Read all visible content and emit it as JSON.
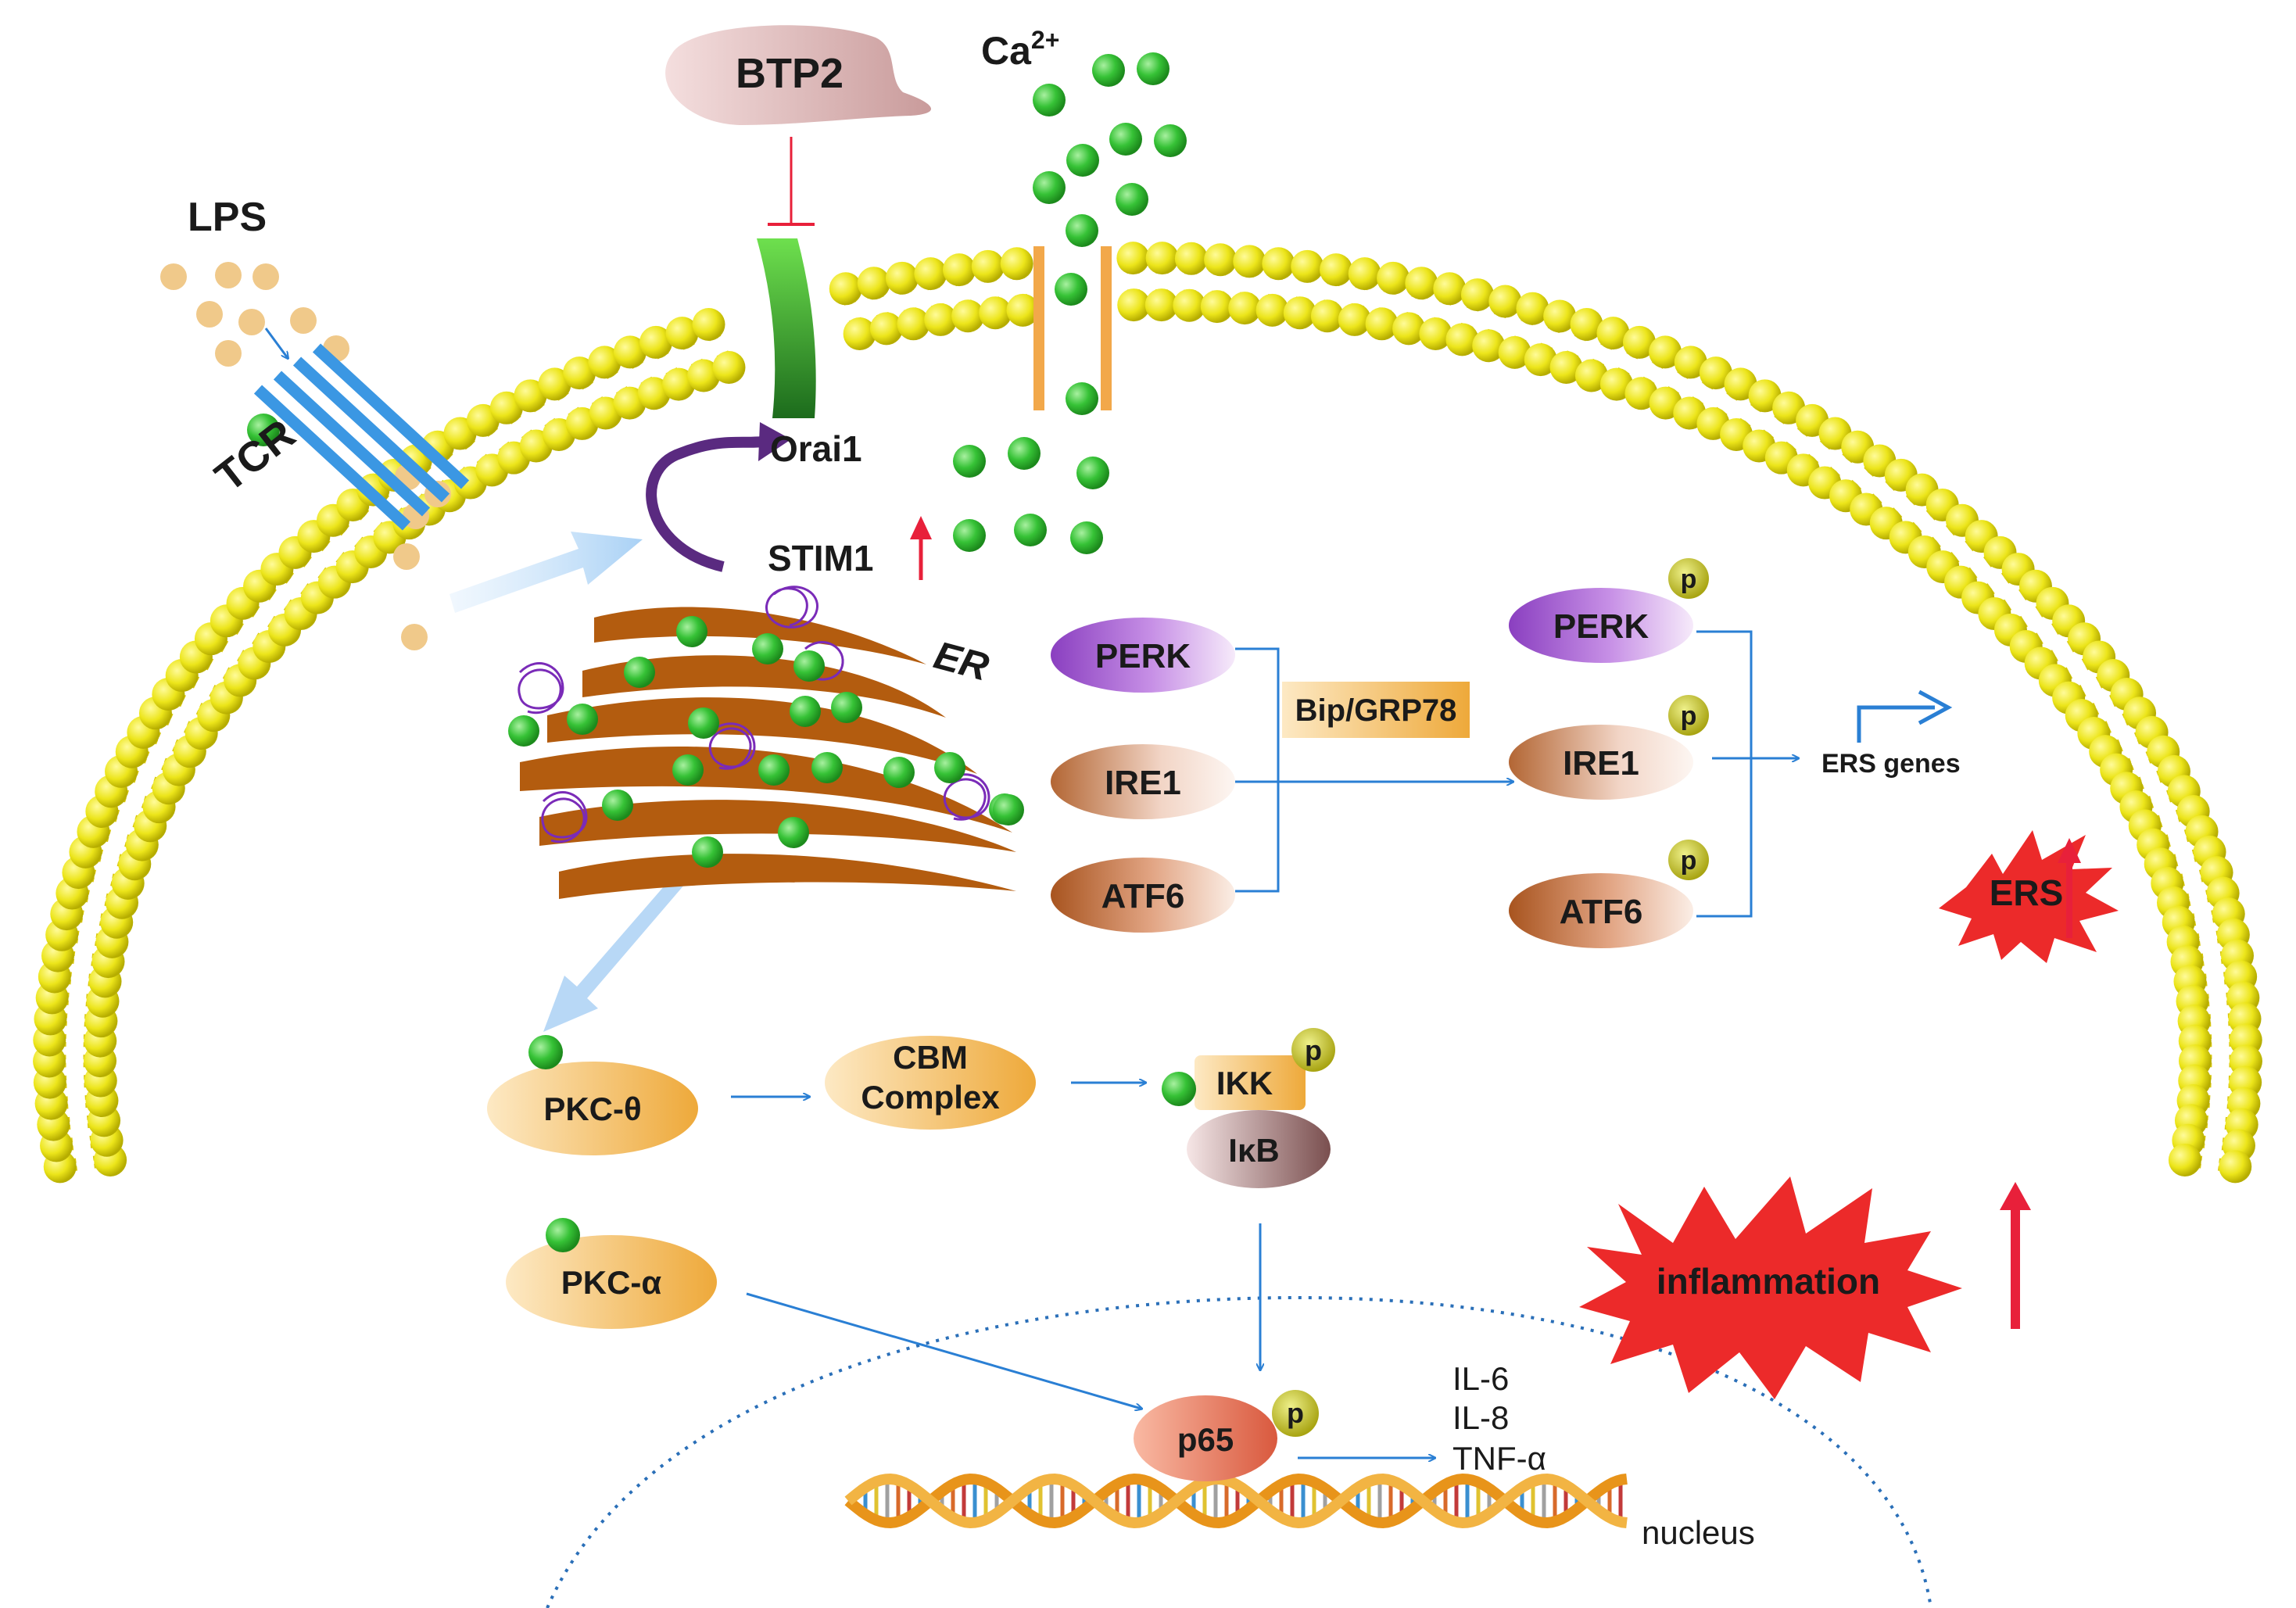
{
  "labels": {
    "lps": "LPS",
    "tcr": "TCR",
    "btp2": "BTP2",
    "ca": "Ca",
    "ca_sup": "2+",
    "orai1": "Orai1",
    "stim1": "STIM1",
    "er": "ER",
    "perk": "PERK",
    "ire1": "IRE1",
    "atf6": "ATF6",
    "bip": "Bip/GRP78",
    "perk_p": "PERK",
    "ire1_p": "IRE1",
    "atf6_p": "ATF6",
    "ers_genes": "ERS genes",
    "ers": "ERS",
    "pkc_theta": "PKC-θ",
    "cbm_line1": "CBM",
    "cbm_line2": "Complex",
    "ikk": "IKK",
    "ikb": "IκB",
    "pkc_alpha": "PKC-α",
    "inflammation": "inflammation",
    "p65": "p65",
    "il6": "IL-6",
    "il8": "IL-8",
    "tnfa": "TNF-α",
    "nucleus": "nucleus",
    "phospho": "p"
  },
  "colors": {
    "lipid_head": "#e8e414",
    "lipid_tail": "#d8c60a",
    "calcium": "#33c233",
    "lps_particle": "#f0c98a",
    "tcr": "#3b97e3",
    "er": "#b35c0f",
    "arrow_blue": "#2a7fd4",
    "arrow_red": "#e8203a",
    "burst_red": "#ec2a2a",
    "stim_arrow": "#5a2a80"
  }
}
